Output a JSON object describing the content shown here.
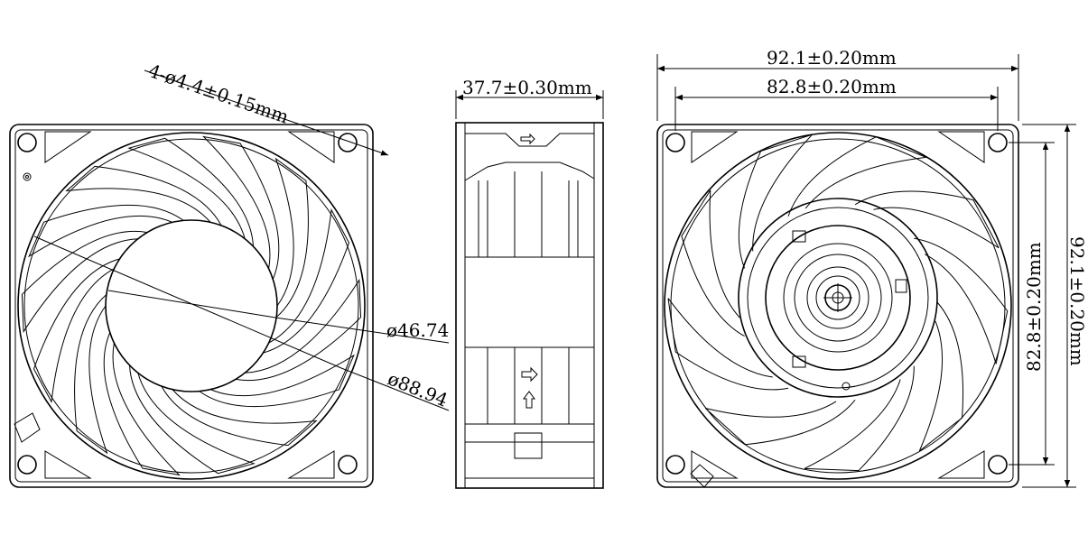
{
  "front_view": {
    "hole_spec": "4-ø4.4±0.15mm",
    "inner_diameter": "ø46.74",
    "outer_diameter": "ø88.94"
  },
  "side_view": {
    "depth": "37.7±0.30mm"
  },
  "back_view": {
    "overall_width": "92.1±0.20mm",
    "hole_pitch_width": "82.8±0.20mm",
    "hole_pitch_height": "82.8±0.20mm",
    "overall_height": "92.1±0.20mm"
  },
  "blade_count": {
    "front": 14,
    "back": 9
  }
}
